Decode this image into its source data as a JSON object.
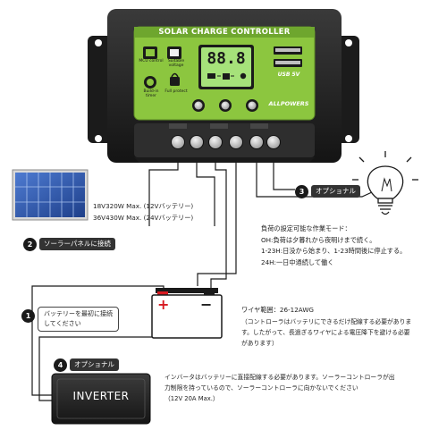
{
  "controller": {
    "title": "SOLAR CHARGE CONTROLLER",
    "mcu_label": "MCU control",
    "voltage_label": "Suitable voltage",
    "lcd_value": "88.8",
    "build_in_timer_label": "Build-in timer",
    "full_protect_label": "Full protect",
    "usb_label": "USB 5V",
    "brand": "ALLPOWERS"
  },
  "solar_panel": {
    "spec_line1": "18V320W Max. (12Vバッテリー)",
    "spec_line2": "36V430W Max. (24Vバッテリー)",
    "badge_number": "2",
    "badge_label": "ソーラーパネルに接続"
  },
  "lamp": {
    "badge_number": "3",
    "badge_label": "オプショナル",
    "description": "負荷の設定可能な作業モード：\nOH:負荷は夕暮れから夜明けまで続く。\n1-23H:日没から始まり、1-23時間後に停止する。\n24H:一日中通続して働く"
  },
  "battery": {
    "badge_number": "1",
    "badge_label": "バッテリーを最初に接続\nしてください",
    "plus": "+",
    "minus": "−",
    "wire_title": "ワイヤ範囲：26-12AWG",
    "wire_note": "（コントローラはバッテリにできるだけ配線する必要がありま\nす。したがって、長過ぎるワイヤによる電圧降下を避ける必要\nがあります）"
  },
  "inverter": {
    "badge_number": "4",
    "badge_label": "オプショナル",
    "label": "INVERTER",
    "note": "インバータはバッテリーに直接配線する必要があります。ソーラーコントローラが出\n力制限を持っているので、ソーラーコントローラに向かないでください\n（12V 20A Max.）"
  },
  "colors": {
    "controller_body": "#262626",
    "controller_face": "#8cc63f",
    "lcd": "#a6e27a",
    "wire": "#1a1a1a",
    "battery_red": "#d71920"
  }
}
